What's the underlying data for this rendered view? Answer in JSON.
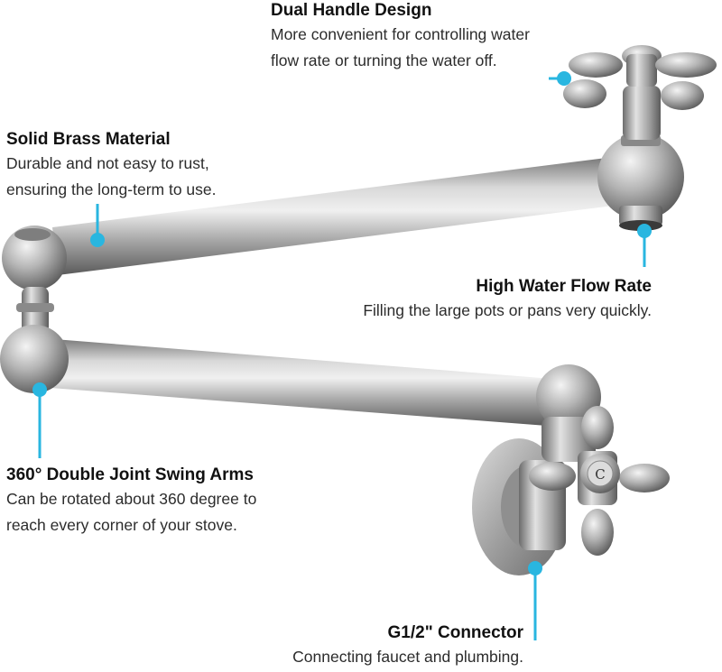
{
  "colors": {
    "accent": "#29b6e0",
    "metal_light": "#e6e6e6",
    "metal_mid": "#a3a3a3",
    "metal_dark": "#5e5e5e"
  },
  "image": {
    "subject": "pot-filler-faucet"
  },
  "features": {
    "dual_handle": {
      "title": "Dual Handle Design",
      "desc_line1": "More convenient for controlling water",
      "desc_line2": "flow rate or turning the water off."
    },
    "solid_brass": {
      "title": "Solid Brass Material",
      "desc_line1": "Durable and not easy to rust,",
      "desc_line2": "ensuring the long-term to use."
    },
    "high_flow": {
      "title": "High Water Flow Rate",
      "desc_line1": "Filling the large pots or pans very quickly."
    },
    "swing_arms": {
      "title": "360° Double Joint Swing Arms",
      "desc_line1": "Can be rotated about 360 degree to",
      "desc_line2": "reach every corner of your stove."
    },
    "connector": {
      "title": "G1/2\" Connector",
      "desc_line1": "Connecting faucet and plumbing."
    }
  },
  "handle_cap_letter": "C"
}
